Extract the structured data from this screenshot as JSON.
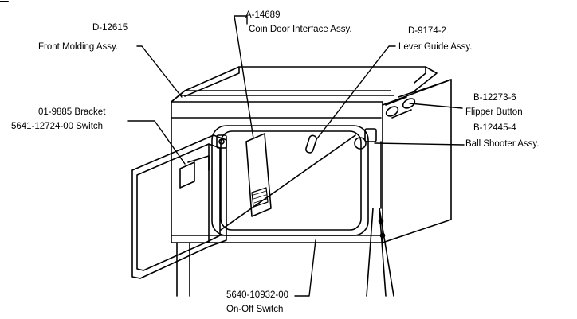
{
  "diagram": {
    "labels": {
      "front_molding_part": "D-12615",
      "front_molding_name": "Front Molding Assy.",
      "coin_door_interface_part": "A-14689",
      "coin_door_interface_name": "Coin Door Interface Assy.",
      "lever_guide_part": "D-9174-2",
      "lever_guide_name": "Lever Guide Assy.",
      "bracket": "01-9885 Bracket",
      "switch": "5641-12724-00 Switch",
      "flipper_button_part": "B-12273-6",
      "flipper_button_name": "Flipper  Button",
      "ball_shooter_part": "B-12445-4",
      "ball_shooter_name": "Ball Shooter Assy.",
      "on_off_switch_part": "5640-10932-00",
      "on_off_switch_name": "On-Off Switch"
    }
  }
}
